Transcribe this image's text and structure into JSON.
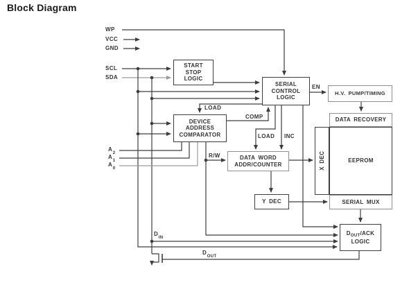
{
  "title": "Block Diagram",
  "pins": {
    "wp": "WP",
    "vcc": "VCC",
    "gnd": "GND",
    "scl": "SCL",
    "sda": "SDA",
    "a2": {
      "base": "A",
      "sub": "2"
    },
    "a1": {
      "base": "A",
      "sub": "1"
    },
    "a0": {
      "base": "A",
      "sub": "0"
    },
    "din": {
      "base": "D",
      "sub": "IN"
    },
    "dout": {
      "base": "D",
      "sub": "OUT"
    }
  },
  "blocks": {
    "start_stop": {
      "lines": [
        "START",
        "STOP",
        "LOGIC"
      ]
    },
    "serial_control": {
      "lines": [
        "SERIAL",
        "CONTROL",
        "LOGIC"
      ]
    },
    "hv_pump": {
      "label": "H.V. PUMP/TIMING"
    },
    "comparator": {
      "lines": [
        "DEVICE",
        "ADDRESS",
        "COMPARATOR"
      ]
    },
    "data_word": {
      "lines": [
        "DATA WORD",
        "ADDR/COUNTER"
      ]
    },
    "data_recovery": {
      "label": "DATA RECOVERY"
    },
    "eeprom": {
      "label": "EEPROM"
    },
    "x_dec": {
      "label": "X DEC"
    },
    "y_dec": {
      "label": "Y DEC"
    },
    "serial_mux": {
      "label": "SERIAL MUX"
    },
    "dout_ack": {
      "base": "D",
      "sub": "OUT",
      "rest": "/ACK",
      "line2": "LOGIC"
    }
  },
  "wire_labels": {
    "en": "EN",
    "load_addr": "LOAD",
    "comp": "COMP",
    "load_ctr": "LOAD",
    "inc": "INC",
    "rw": "R/W"
  },
  "colors": {
    "line": "#3d3d3d",
    "gray": "#9b9b9b",
    "text": "#333333",
    "background": "#ffffff"
  }
}
